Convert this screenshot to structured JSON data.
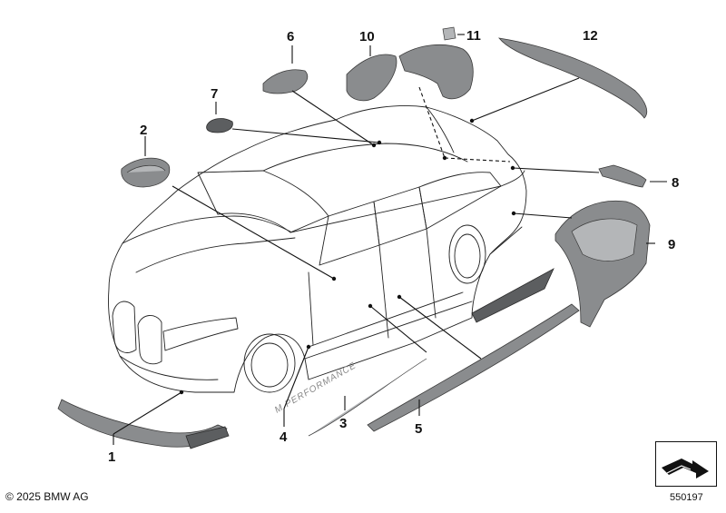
{
  "diagram": {
    "callouts": [
      {
        "id": "c1",
        "label": "1"
      },
      {
        "id": "c2",
        "label": "2"
      },
      {
        "id": "c3",
        "label": "3"
      },
      {
        "id": "c4",
        "label": "4"
      },
      {
        "id": "c5",
        "label": "5"
      },
      {
        "id": "c6",
        "label": "6"
      },
      {
        "id": "c7",
        "label": "7"
      },
      {
        "id": "c8",
        "label": "8"
      },
      {
        "id": "c9",
        "label": "9"
      },
      {
        "id": "c10",
        "label": "10"
      },
      {
        "id": "c11",
        "label": "11"
      },
      {
        "id": "c12",
        "label": "12"
      }
    ],
    "decal_text": "M PERFORMANCE",
    "copyright": "© 2025 BMW AG",
    "diagram_number": "550197"
  }
}
